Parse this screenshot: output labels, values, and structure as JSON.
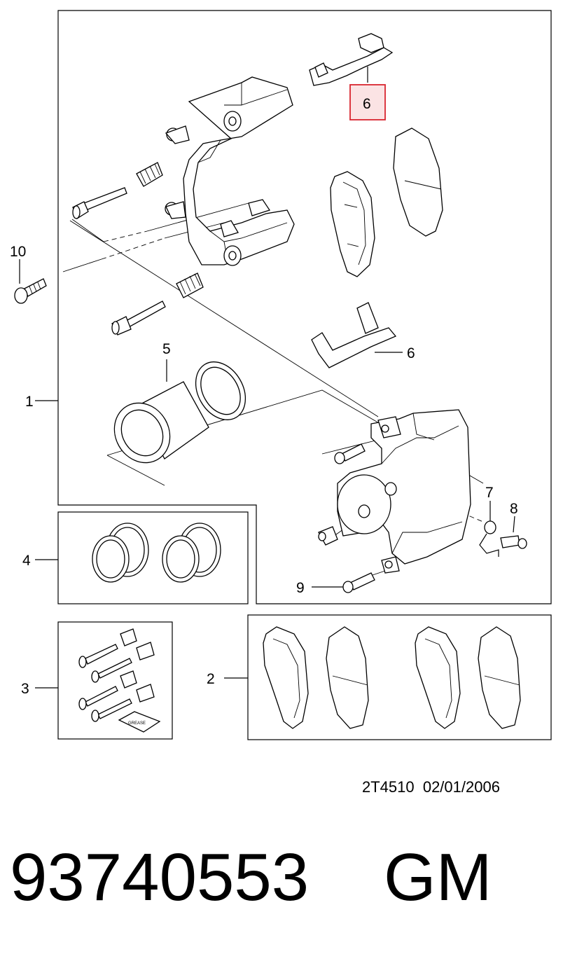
{
  "callouts": {
    "c1": "1",
    "c2": "2",
    "c3": "3",
    "c4": "4",
    "c5": "5",
    "c6_top": "6",
    "c6_mid": "6",
    "c7": "7",
    "c8": "8",
    "c9": "9",
    "c10": "10"
  },
  "footer": {
    "reference": "2T4510  02/01/2006",
    "part_number": "93740553",
    "brand": "GM"
  },
  "grease_label": "GREASE",
  "colors": {
    "highlight": "#d9252f",
    "highlight_fill": "#fbe3e4"
  }
}
